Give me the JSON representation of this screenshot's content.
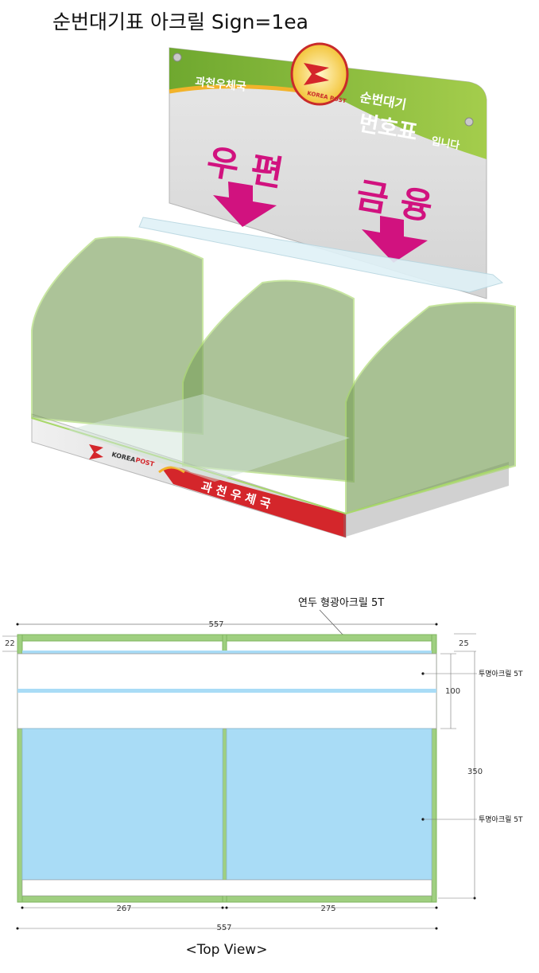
{
  "title": "순번대기표 아크릴 Sign=1ea",
  "render": {
    "sign_org_label": "과천우체국",
    "sign_heading_small": "순번대기",
    "sign_heading_big": "번호표",
    "sign_heading_suffix": "입니다",
    "left_category": "우 편",
    "right_category": "금 융",
    "logo_text": "KOREA POST",
    "base_logo_text_a": "KOREA",
    "base_logo_text_b": "POST",
    "base_org_label": "과 천 우 체 국",
    "colors": {
      "sign_green": "#8dbf3e",
      "magenta": "#d1127f",
      "acrylic_green": "#7aa05a",
      "base_red": "#d4262b"
    }
  },
  "plan": {
    "annotation_top": "연두 형광아크릴 5T",
    "annotation_mid": "투명아크릴 5T",
    "annotation_low": "투명아크릴 5T",
    "dim_total_top": "557",
    "dim_left_gap": "22",
    "dim_right_gap": "25",
    "dim_clear_band": "100",
    "dim_depth": "350",
    "dim_left_bay": "267",
    "dim_right_bay": "275",
    "dim_total_bottom": "557",
    "colors": {
      "fluor_green": "#9fcf80",
      "clear_blue": "#a9dcf6"
    }
  },
  "caption": "<Top View>"
}
